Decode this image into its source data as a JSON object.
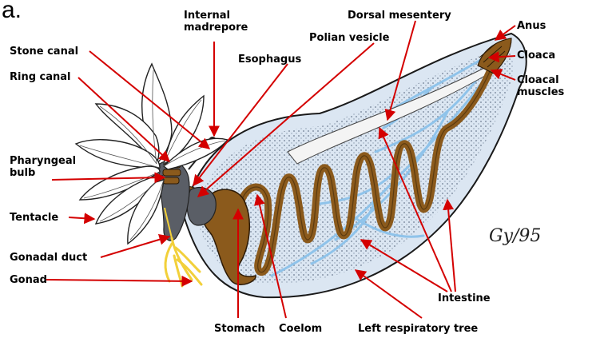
{
  "panel": {
    "letter": "a."
  },
  "signature": "Gy/95",
  "colors": {
    "body_outline": "#1a1a1a",
    "coelom_fill": "#dbe6f2",
    "respiratory_tree": "#8fc3ea",
    "tissue": "#8b5a1c",
    "gonad": "#f2d03a",
    "bulb": "#5a5e66",
    "label_line": "#d40000"
  },
  "labels": {
    "internal_madrepore": "Internal\nmadrepore",
    "dorsal_mesentery": "Dorsal mesentery",
    "anus": "Anus",
    "cloaca": "Cloaca",
    "cloacal_muscles": "Cloacal\nmuscles",
    "stone_canal": "Stone canal",
    "ring_canal": "Ring canal",
    "polian_vesicle": "Polian vesicle",
    "esophagus": "Esophagus",
    "pharyngeal_bulb": "Pharyngeal\nbulb",
    "tentacle": "Tentacle",
    "gonadal_duct": "Gonadal duct",
    "gonad": "Gonad",
    "intestine": "Intestine",
    "stomach": "Stomach",
    "coelom": "Coelom",
    "left_respiratory_tree": "Left respiratory tree"
  }
}
